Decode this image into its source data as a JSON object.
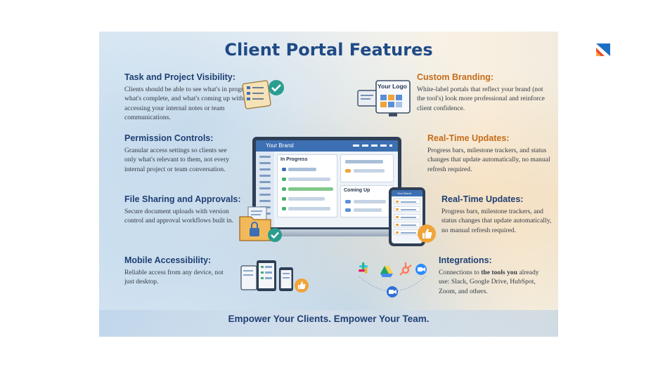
{
  "title": "Client Portal Features",
  "features": {
    "task_visibility": {
      "heading": "Task and Project Visibility:",
      "body": "Clients should be able to see what's in progress, what's complete, and what's coming up without accessing your internal notes or team communications."
    },
    "custom_branding": {
      "heading": "Custom Branding:",
      "body": "White-label portals that reflect your brand (not the tool's) look more professional and reinforce client confidence."
    },
    "permission_controls": {
      "heading": "Permission Controls:",
      "body": "Granular access settings so clients see only what's relevant to them, not every internal project or team conversation."
    },
    "realtime_1": {
      "heading": "Real-Time Updates:",
      "body": "Progress bars, milestone trackers, and status changes that update automatically, no manual refresh required."
    },
    "file_sharing": {
      "heading": "File Sharing and Approvals:",
      "body": "Secure document uploads with version control and approval workflows built in."
    },
    "realtime_2": {
      "heading": "Real-Time Updates:",
      "body": "Progress bars, milestone trackers, and status changes that update automatically, no manual refresh required."
    },
    "mobile": {
      "heading": "Mobile Accessibility:",
      "body": "Reliable access from any device, not just desktop."
    },
    "integrations": {
      "heading": "Integrations:",
      "body_prefix": "Connections to ",
      "body_bold": "the tools you",
      "body_suffix": " already use: Slack, Google Drive, HubSpot, Zoom, and others."
    }
  },
  "laptop": {
    "brand": "Your Brand",
    "in_progress": "In Progress",
    "coming_up": "Coming Up"
  },
  "phone": {
    "brand": "Your Brand"
  },
  "branding_card": {
    "logo_text": "Your Logo"
  },
  "tagline": "Empower Your Clients. Empower Your Team.",
  "colors": {
    "heading_blue": "#1f3f73",
    "heading_orange": "#c46d1a",
    "accent_blue": "#3d6fb3",
    "check_teal": "#2a9d8f",
    "orange": "#f0a43a"
  },
  "icons": [
    "checklist-icon",
    "checkmark-icon",
    "folder-lock-icon",
    "devices-icon",
    "thumbs-up-icon",
    "slack-icon",
    "google-drive-icon",
    "hubspot-icon",
    "zoom-icon",
    "brand-logo-icon"
  ]
}
